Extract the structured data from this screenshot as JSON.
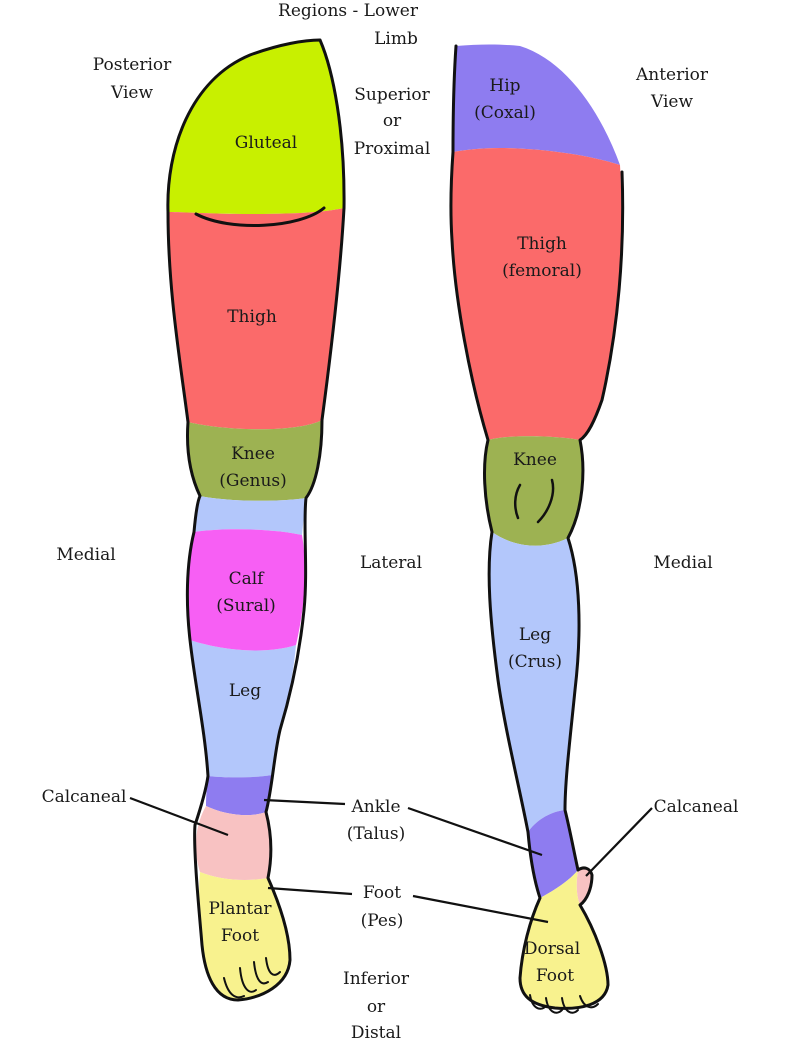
{
  "title": {
    "line1": "Regions - Lower",
    "line2": "Limb"
  },
  "orientation": {
    "posterior_view": {
      "line1": "Posterior",
      "line2": "View"
    },
    "anterior_view": {
      "line1": "Anterior",
      "line2": "View"
    },
    "superior": {
      "line1": "Superior",
      "line2": "or",
      "line3": "Proximal"
    },
    "inferior": {
      "line1": "Inferior",
      "line2": "or",
      "line3": "Distal"
    },
    "medial_left": "Medial",
    "lateral": "Lateral",
    "medial_right": "Medial"
  },
  "posterior_regions": {
    "gluteal": "Gluteal",
    "thigh": "Thigh",
    "knee": {
      "line1": "Knee",
      "line2": "(Genus)"
    },
    "calf": {
      "line1": "Calf",
      "line2": "(Sural)"
    },
    "leg": "Leg",
    "plantar_foot": {
      "line1": "Plantar",
      "line2": "Foot"
    }
  },
  "anterior_regions": {
    "hip": {
      "line1": "Hip",
      "line2": "(Coxal)"
    },
    "thigh": {
      "line1": "Thigh",
      "line2": "(femoral)"
    },
    "knee": "Knee",
    "leg": {
      "line1": "Leg",
      "line2": "(Crus)"
    },
    "dorsal_foot": {
      "line1": "Dorsal",
      "line2": "Foot"
    }
  },
  "callouts": {
    "calcaneal_left": "Calcaneal",
    "calcaneal_right": "Calcaneal",
    "ankle": {
      "line1": "Ankle",
      "line2": "(Talus)"
    },
    "foot": {
      "line1": "Foot",
      "line2": "(Pes)"
    }
  },
  "colors": {
    "gluteal": "#c8f000",
    "thigh": "#fb6a6a",
    "knee": "#9db252",
    "leg": "#b3c7fb",
    "calf": "#f75ff4",
    "ankle": "#8e7cf0",
    "hip": "#8e7cf0",
    "calcaneal": "#f8c2c2",
    "foot": "#f8f28e"
  }
}
